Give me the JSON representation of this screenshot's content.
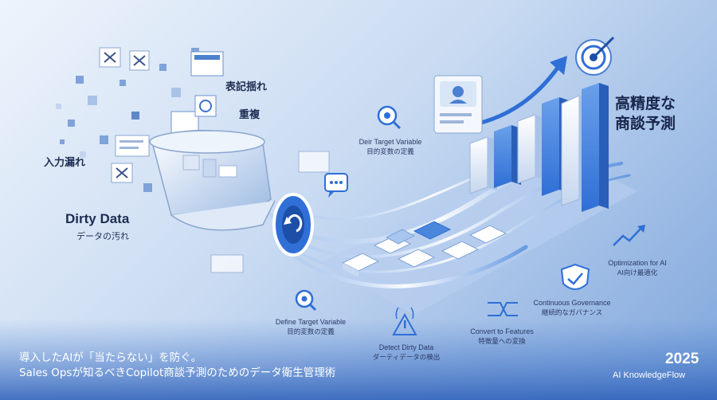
{
  "dirty": {
    "title": "Dirty Data",
    "subtitle": "データの汚れ"
  },
  "issues": {
    "missing": "入力漏れ",
    "notation": "表記揺れ",
    "duplicate": "重複"
  },
  "steps": {
    "target_top": {
      "en": "Deir Target Variable",
      "jp": "目的変数の定義"
    },
    "define": {
      "en": "Define Target Variable",
      "jp": "目的変数の定義"
    },
    "detect": {
      "en": "Detect Dirty Data",
      "jp": "ダーティデータの検出"
    },
    "convert": {
      "en": "Convert to Features",
      "jp": "特徴量への変換"
    },
    "governance": {
      "en": "Continuous Governance",
      "jp": "継続的なガバナンス"
    },
    "optimize": {
      "en": "Optimization for AI",
      "jp": "AI向け最適化"
    }
  },
  "result": {
    "line1": "高精度な",
    "line2": "商談予測"
  },
  "footer": {
    "line1": "導入したAIが「当たらない」を防ぐ。",
    "line2": "Sales Opsが知るべきCopilot商談予測のためのデータ衛生管理術",
    "year": "2025",
    "brand": "AI KnowledgeFlow"
  },
  "icons": [
    "magnifier-target-icon",
    "chat-bubble-icon",
    "profile-card-icon",
    "bullseye-icon",
    "warning-signal-icon",
    "convert-arrows-icon",
    "shield-check-icon",
    "trend-up-icon",
    "refresh-icon"
  ],
  "colors": {
    "accent": "#2f6fd6",
    "dark": "#1e2d52",
    "light": "#eef4fc"
  }
}
